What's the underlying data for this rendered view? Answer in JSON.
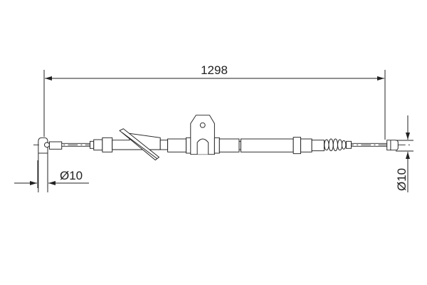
{
  "drawing": {
    "overall_length": "1298",
    "left_diameter": "Ø10",
    "right_diameter": "Ø10",
    "line_color": "#222222",
    "background": "#ffffff"
  }
}
